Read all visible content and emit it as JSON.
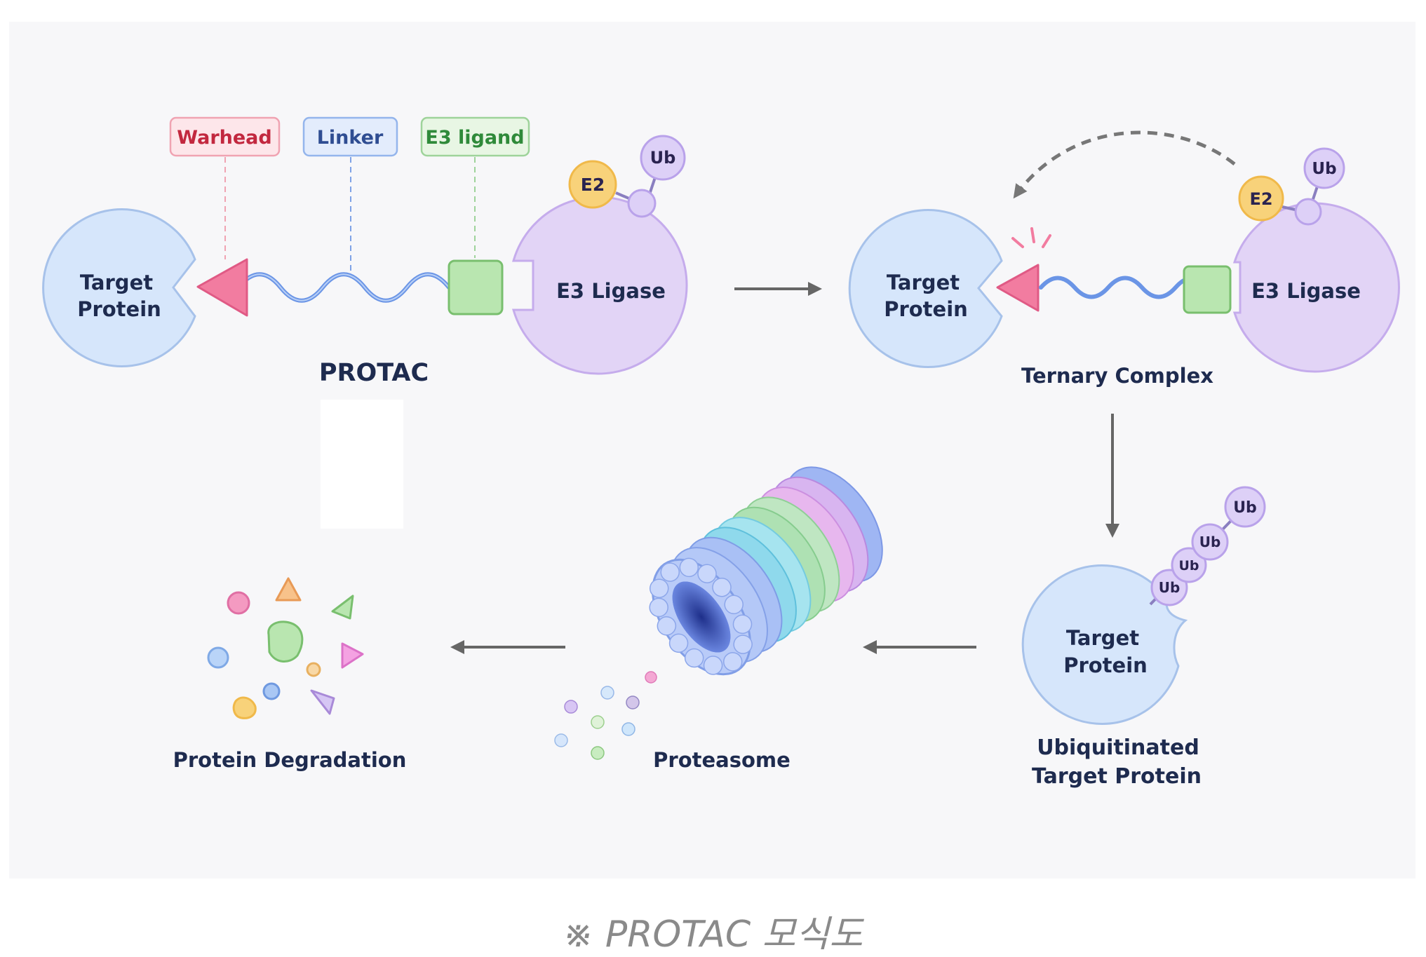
{
  "protac": {
    "warhead_tag": "Warhead",
    "linker_tag": "Linker",
    "e3ligand_tag": "E3 ligand",
    "target_line1": "Target",
    "target_line2": "Protein",
    "e3_label": "E3 Ligase",
    "e2_label": "E2",
    "ub_label": "Ub",
    "title": "PROTAC"
  },
  "ternary": {
    "target_line1": "Target",
    "target_line2": "Protein",
    "e3_label": "E3 Ligase",
    "e2_label": "E2",
    "ub_label": "Ub",
    "title": "Ternary Complex"
  },
  "ubiquitinated": {
    "target_line1": "Target",
    "target_line2": "Protein",
    "ub_labels": [
      "Ub",
      "Ub",
      "Ub",
      "Ub"
    ],
    "title_line1": "Ubiquitinated",
    "title_line2": "Target Protein"
  },
  "proteasome": {
    "title": "Proteasome"
  },
  "degradation": {
    "title": "Protein Degradation"
  },
  "caption": "※ PROTAC 모식도",
  "colors": {
    "target_fill": "#d6e6fb",
    "target_stroke": "#a7c2ea",
    "e3_fill": "#e2d4f6",
    "e3_stroke": "#c5acec",
    "warhead": "#f27ca0",
    "ligand": "#b9e6b0",
    "e2": "#f8d27a",
    "ub": "#ddd0f7",
    "linker": "#6b95e6",
    "arrow": "#666666",
    "text": "#1e2b4f"
  }
}
